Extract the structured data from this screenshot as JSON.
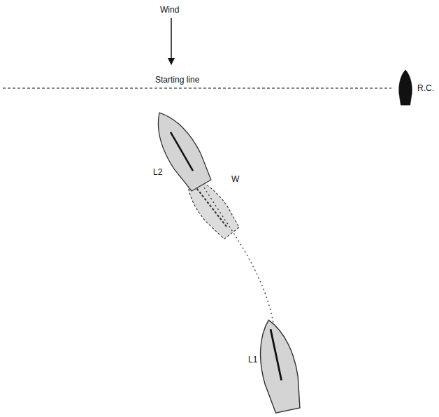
{
  "diagram": {
    "labels": [
      "Wind",
      "Starting line",
      "R.C.",
      "W",
      "L2",
      "L1"
    ]
  }
}
